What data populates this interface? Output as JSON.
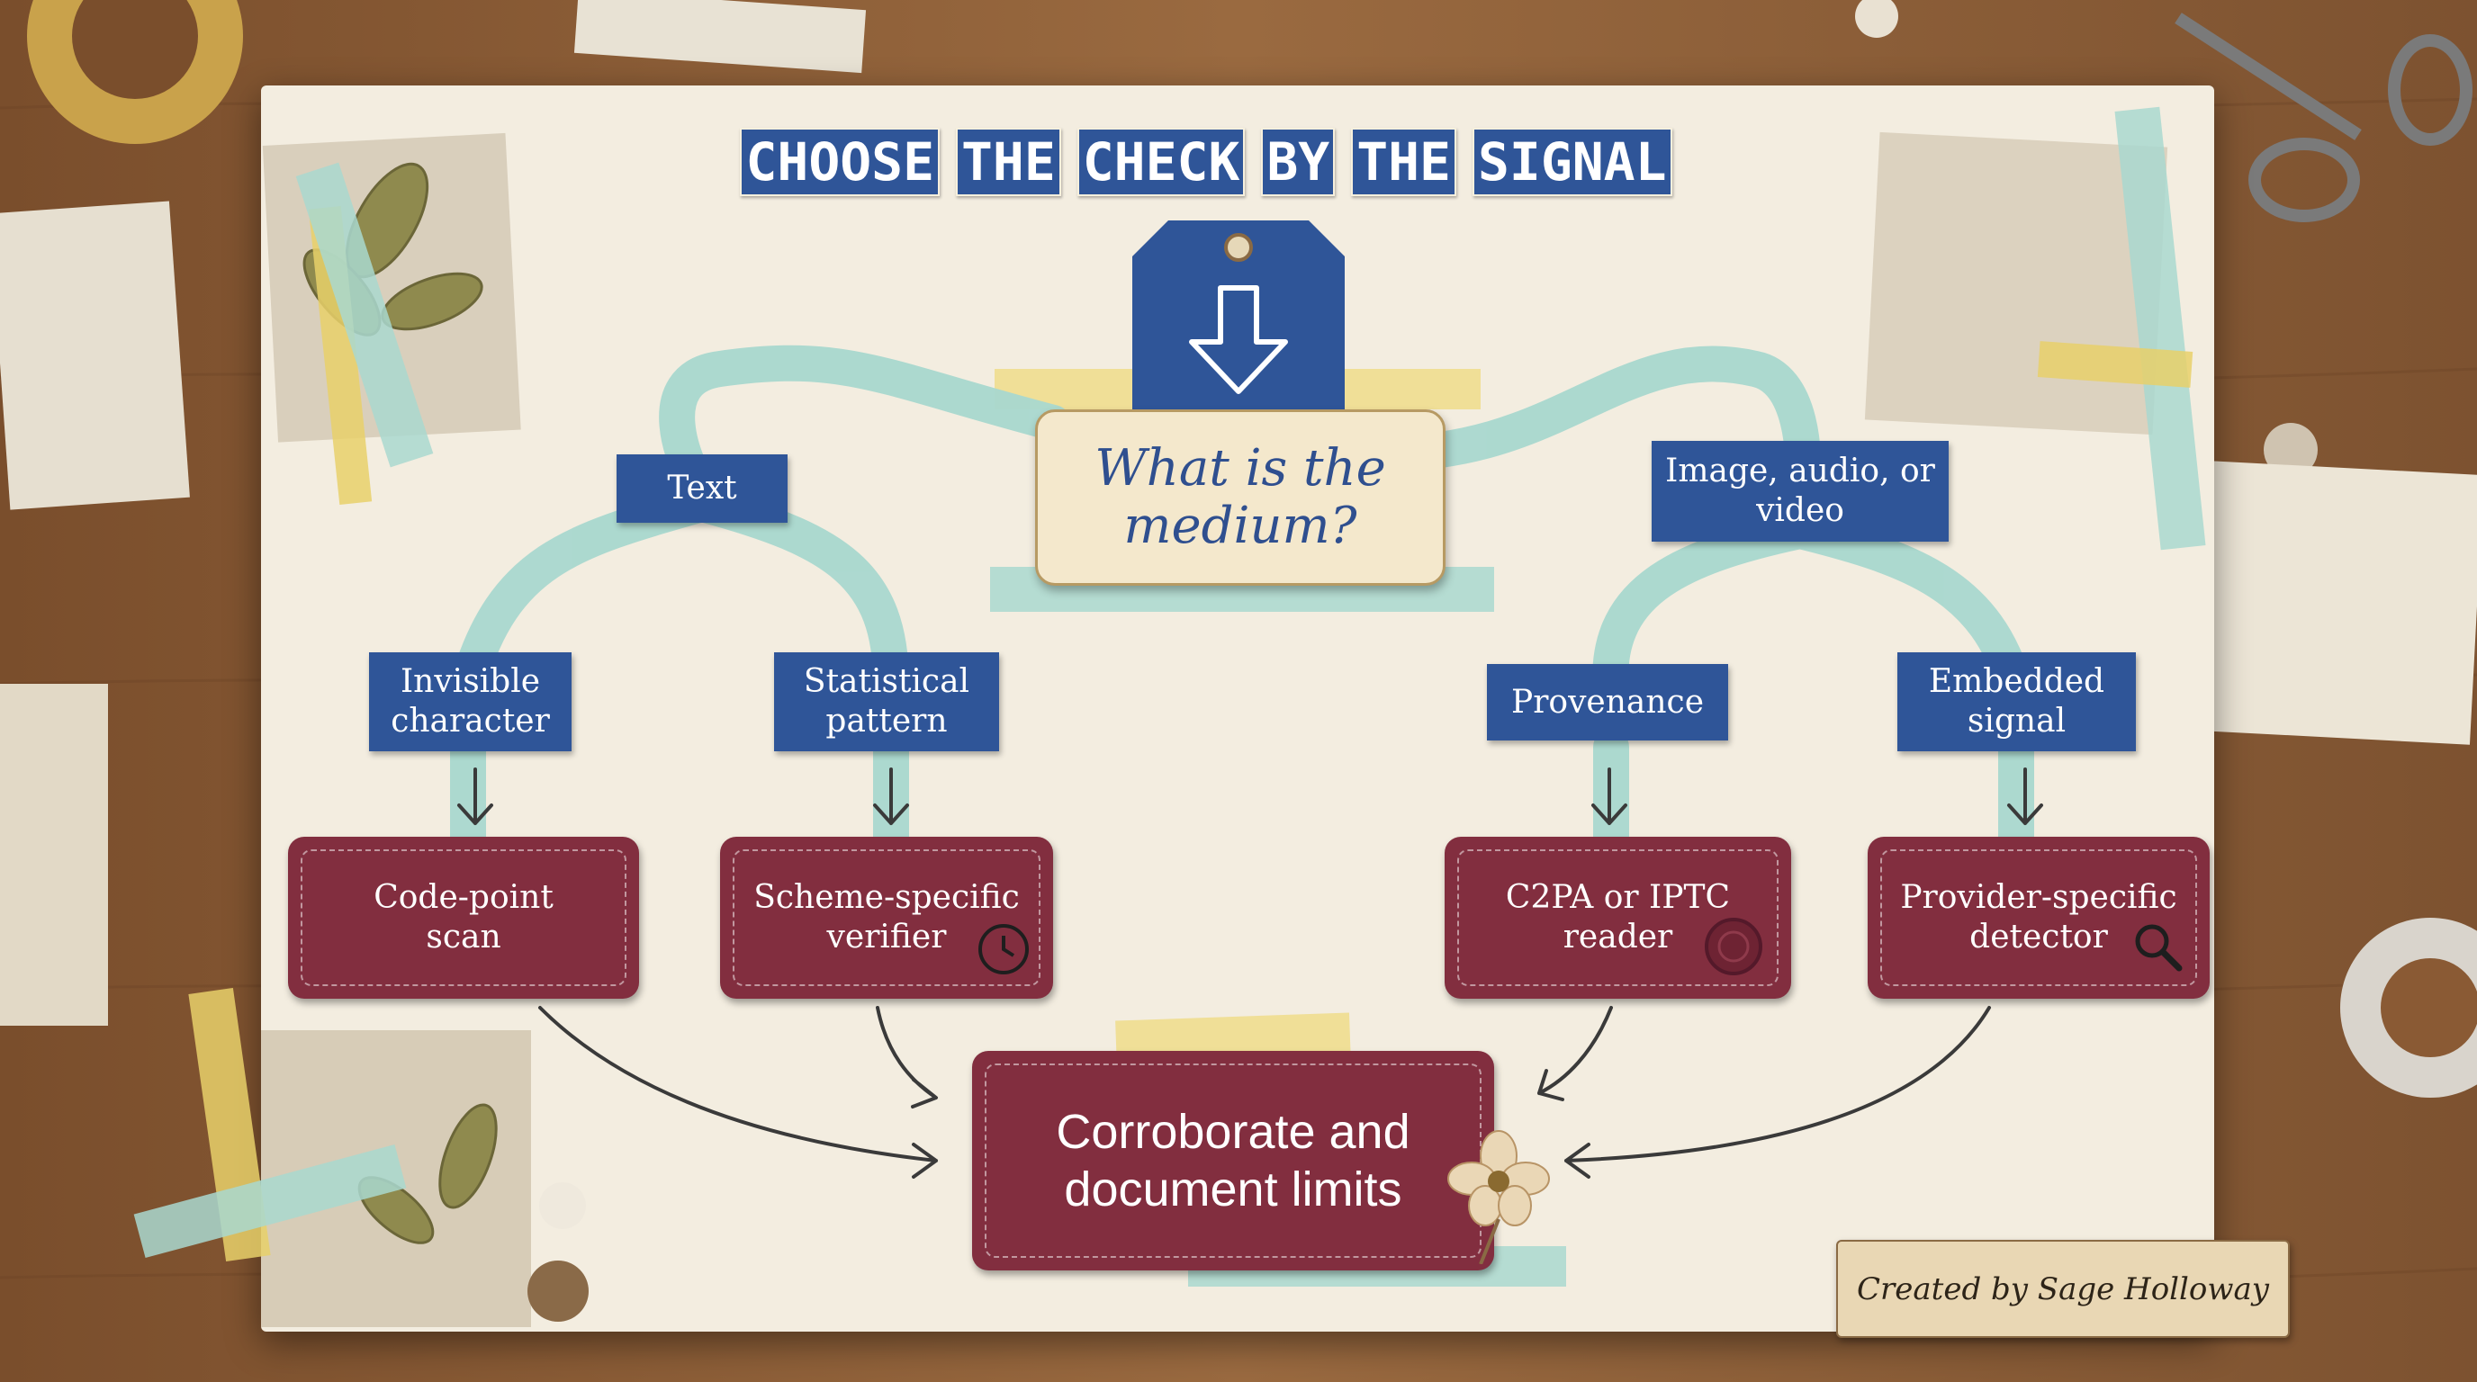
{
  "title_words": [
    "CHOOSE",
    "THE",
    "CHECK",
    "BY",
    "THE",
    "SIGNAL"
  ],
  "question": "What is the medium?",
  "branches": {
    "text": "Text",
    "media": "Image, audio, or video"
  },
  "signals": {
    "invisible": "Invisible character",
    "statistical": "Statistical pattern",
    "provenance": "Provenance",
    "embedded": "Embedded signal"
  },
  "checks": {
    "code_point": "Code-point scan",
    "scheme": "Scheme-specific verifier",
    "c2pa": "C2PA or IPTC reader",
    "provider": "Provider-specific detector"
  },
  "final": "Corroborate and document limits",
  "credit": "Created by Sage Holloway",
  "colors": {
    "blue": "#2f5598",
    "red": "#822e3f",
    "ribbon": "#a9d8cf",
    "paper": "#f3ede0",
    "wood": "#8a5a34"
  },
  "icons": [
    "down-arrow-tag-icon",
    "clock-icon",
    "wax-seal-icon",
    "magnifier-icon",
    "pressed-flower-icon"
  ]
}
